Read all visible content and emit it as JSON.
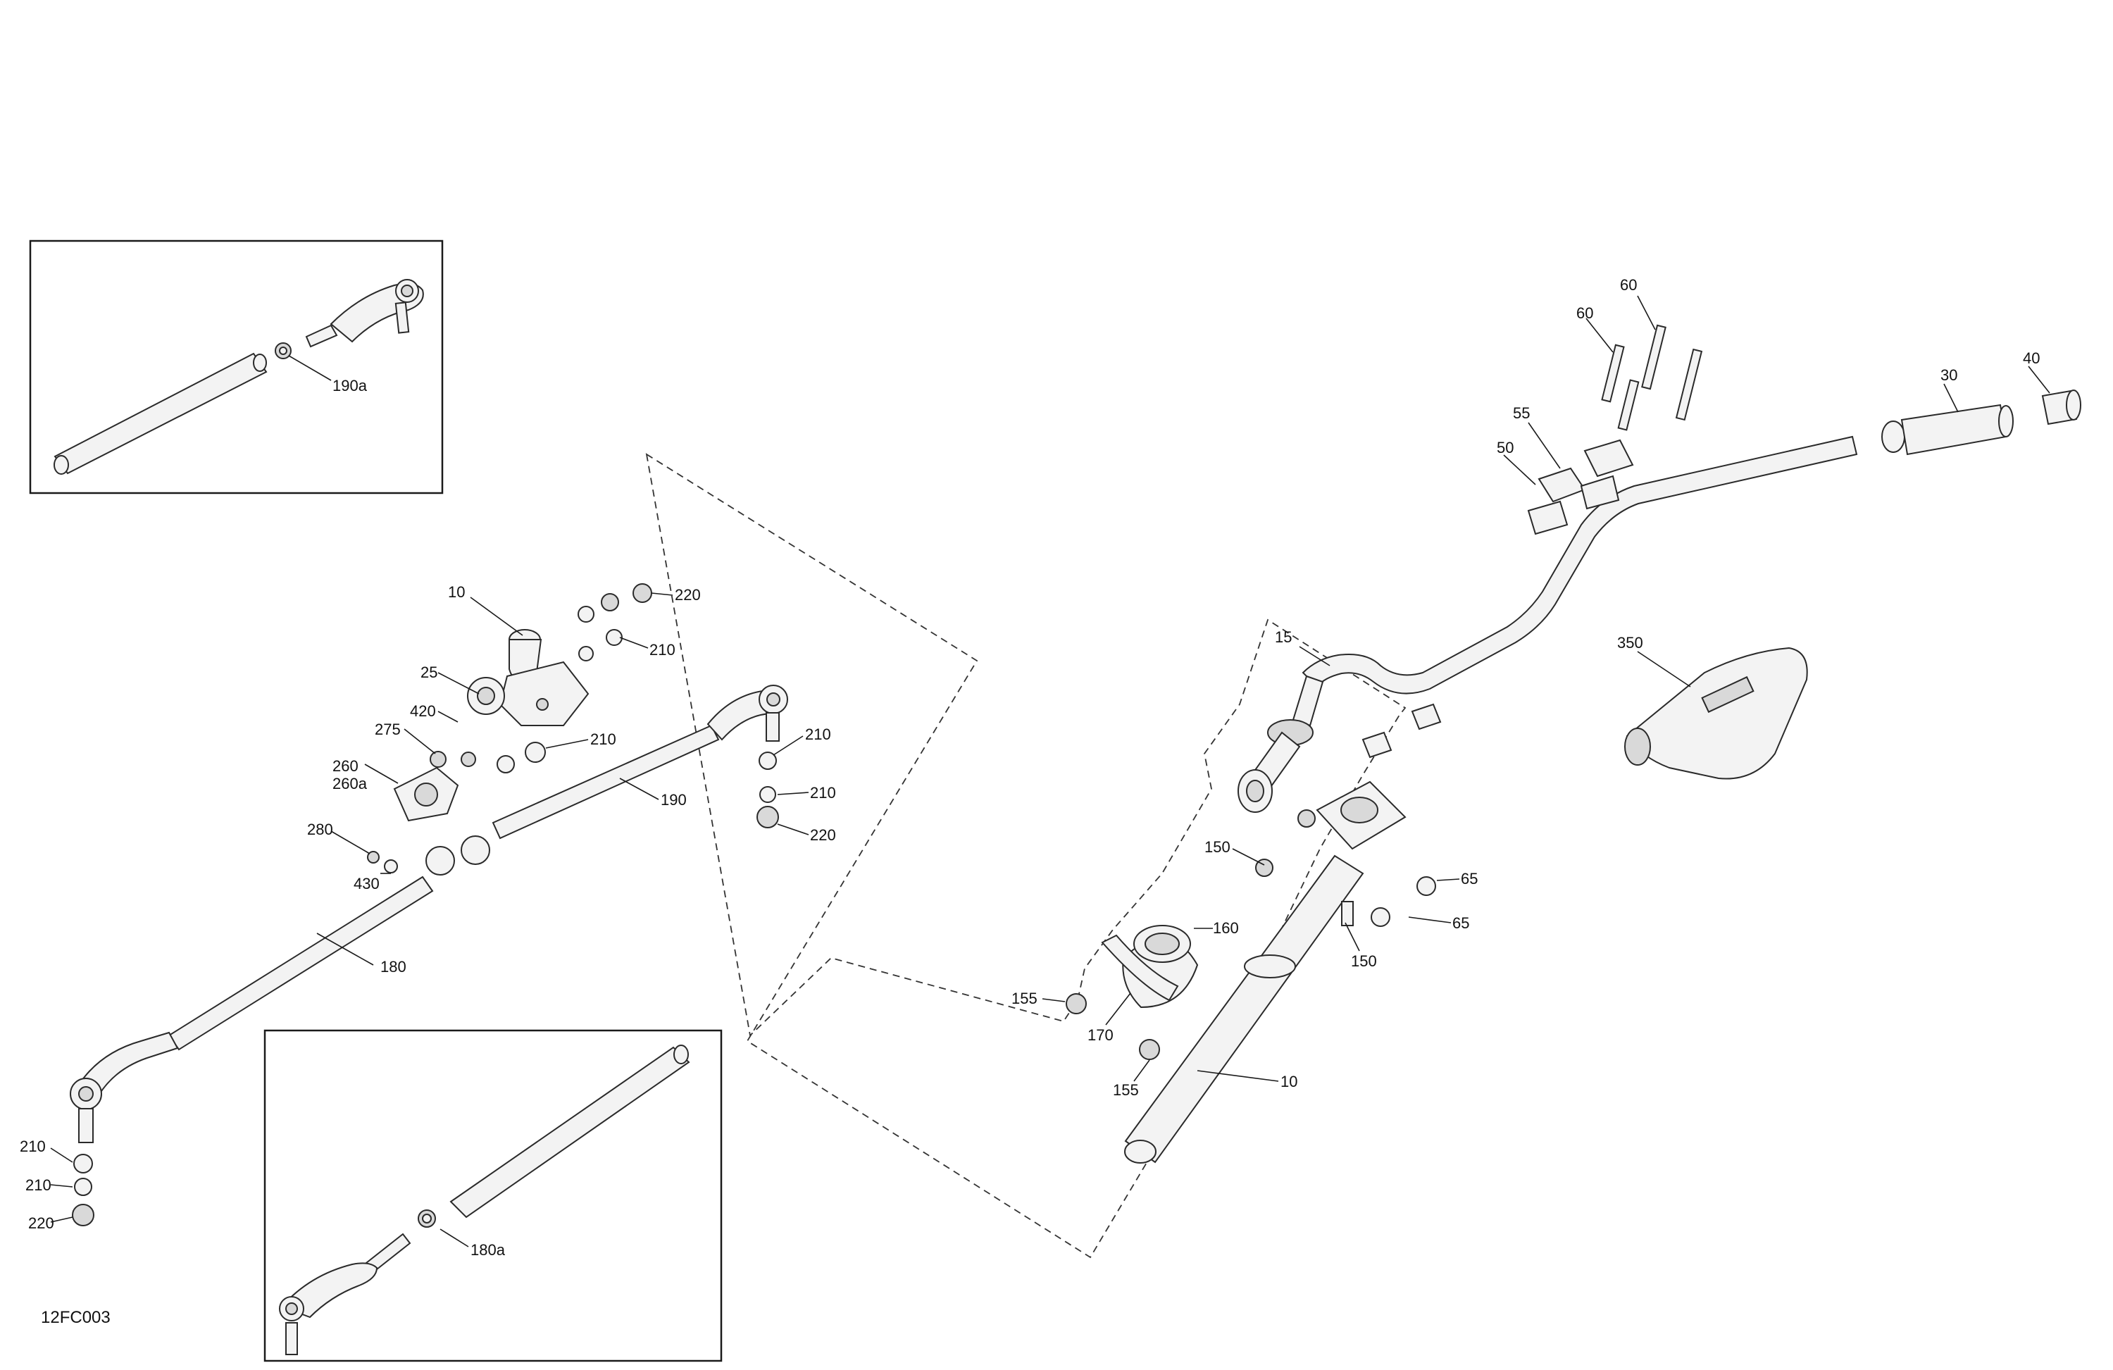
{
  "diagram": {
    "reference_code": "12FC003",
    "callouts": {
      "c_190a": "190a",
      "c_180a": "180a",
      "c_10_left": "10",
      "c_220_top": "220",
      "c_210_a": "210",
      "c_25": "25",
      "c_420": "420",
      "c_210_b": "210",
      "c_275": "275",
      "c_260": "260",
      "c_260a": "260a",
      "c_210_c": "210",
      "c_210_d": "210",
      "c_220_right": "220",
      "c_190": "190",
      "c_280": "280",
      "c_430": "430",
      "c_180": "180",
      "c_210_e": "210",
      "c_210_f": "210",
      "c_220_bottom": "220",
      "c_60_a": "60",
      "c_60_b": "60",
      "c_55": "55",
      "c_50": "50",
      "c_30": "30",
      "c_40": "40",
      "c_15": "15",
      "c_350": "350",
      "c_150_a": "150",
      "c_65_a": "65",
      "c_65_b": "65",
      "c_160": "160",
      "c_150_b": "150",
      "c_155_a": "155",
      "c_170": "170",
      "c_155_b": "155",
      "c_10_right": "10"
    }
  }
}
